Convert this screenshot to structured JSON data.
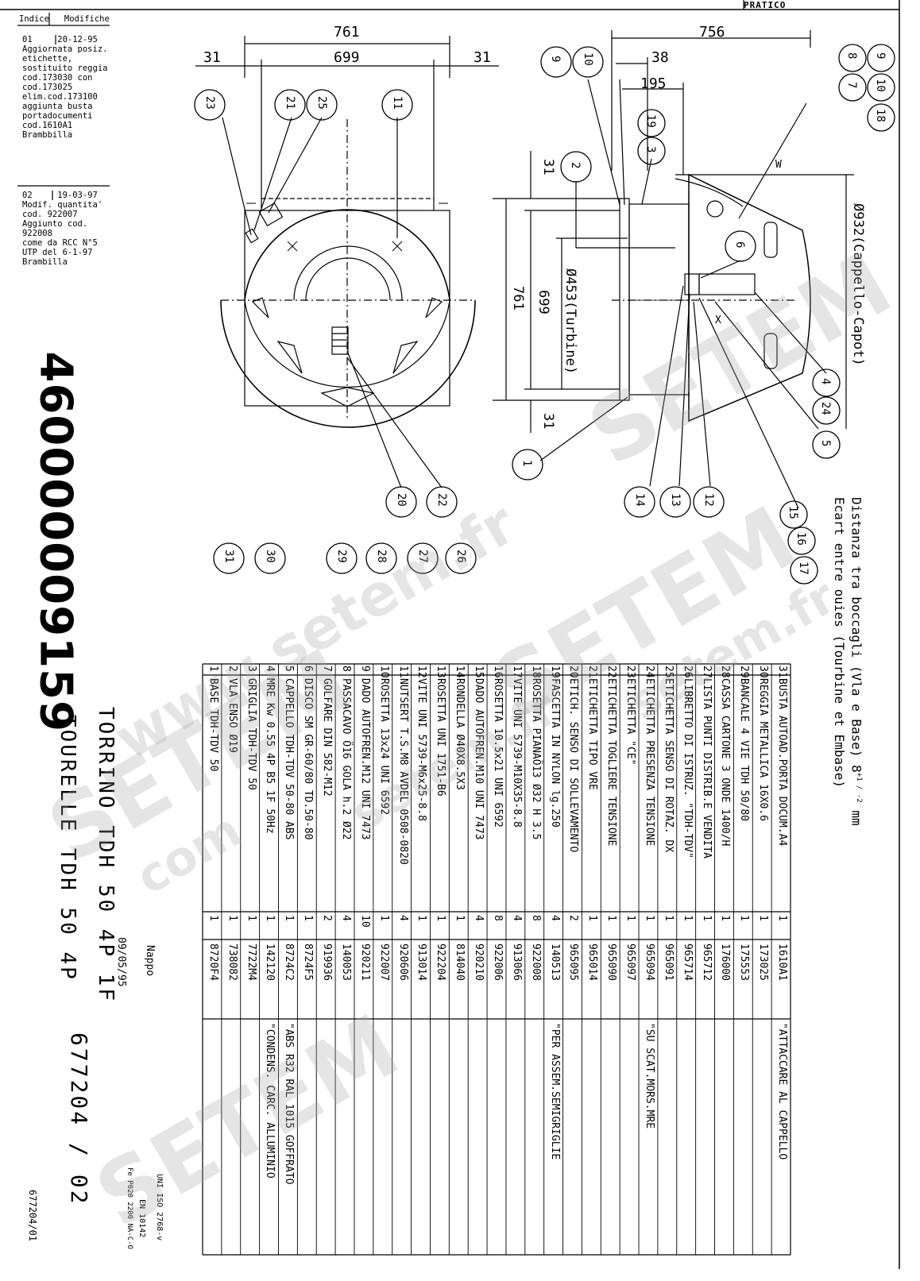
{
  "header": {
    "pratico": "PRATICO_ _ _ _ _ _ _ _"
  },
  "revisions": {
    "col_index": "Indice",
    "col_changes": "Modifiche",
    "items": [
      {
        "index": "01",
        "date": "20-12-95",
        "lines": [
          "Aggiornata posiz.",
          "etichette,",
          "sostituito reggia",
          "cod.173030 con",
          "cod.173025",
          "elim.cod.173100",
          "aggiunta busta",
          "portadocumenti",
          "cod.1610A1",
          "Brambbilla"
        ]
      },
      {
        "index": "02",
        "date": "19-03-97",
        "lines": [
          "Modif. quantita'",
          "cod. 922007",
          "Aggiunto cod.",
          "922008",
          "come da RCC N°5",
          "UTP del 6-1-97",
          "Brambilla"
        ]
      }
    ]
  },
  "document_number": "460000009159",
  "dimensions": {
    "front_total": "761",
    "front_inner": "699",
    "front_left": "31",
    "front_right": "31",
    "side_total": "756",
    "side_38": "38",
    "side_195": "195",
    "v_top": "31",
    "v_bottom": "31",
    "v_761": "761",
    "v_699": "699",
    "turbine": "Ø453(Turbine)",
    "cap": "Ø932(Cappello-Capot)",
    "w_label": "W",
    "x_label": "X"
  },
  "balloons": [
    "1",
    "2",
    "3",
    "4",
    "5",
    "6",
    "7",
    "8",
    "9",
    "10",
    "11",
    "12",
    "13",
    "14",
    "15",
    "16",
    "17",
    "18",
    "19",
    "20",
    "21",
    "22",
    "23",
    "24",
    "25",
    "26",
    "27",
    "28",
    "29",
    "30",
    "31"
  ],
  "note": {
    "line1": "Distanza tra boccagli (Vla e Base) 8",
    "tol": "+1 / -2",
    "unit": "mm",
    "line2": "Ecart entre ouies (Tourbine et Embase)"
  },
  "bom": [
    {
      "pos": "31",
      "desc": "BUSTA AUTOAD.PORTA DOCUM.A4",
      "qty": "1",
      "code": "1610A1",
      "note": "\"ATTACCARE AL CAPPELLO"
    },
    {
      "pos": "30",
      "desc": "REGGIA METALLICA 16X0.6",
      "qty": "1",
      "code": "173025",
      "note": ""
    },
    {
      "pos": "29",
      "desc": "BANCALE 4 VIE TDH 50/80",
      "qty": "1",
      "code": "175553",
      "note": ""
    },
    {
      "pos": "28",
      "desc": "CASSA CARTONE 3 ONDE 1400/H",
      "qty": "1",
      "code": "176000",
      "note": ""
    },
    {
      "pos": "27",
      "desc": "LISTA PUNTI DISTRIB.E VENDITA",
      "qty": "1",
      "code": "965712",
      "note": ""
    },
    {
      "pos": "26",
      "desc": "LIBRETTO DI ISTRUZ. \"TDH-TDV\"",
      "qty": "1",
      "code": "965714",
      "note": ""
    },
    {
      "pos": "25",
      "desc": "ETICHETTA SENSO DI ROTAZ. DX",
      "qty": "1",
      "code": "965091",
      "note": ""
    },
    {
      "pos": "24",
      "desc": "ETICHETTA PRESENZA TENSIONE",
      "qty": "1",
      "code": "965094",
      "note": "\"SU SCAT.MORS.MRE"
    },
    {
      "pos": "23",
      "desc": "ETICHETTA \"CE\"",
      "qty": "1",
      "code": "965097",
      "note": ""
    },
    {
      "pos": "22",
      "desc": "ETICHETTA TOGLIERE TENSIONE",
      "qty": "1",
      "code": "965090",
      "note": ""
    },
    {
      "pos": "21",
      "desc": "ETICHETTA TIPO VRE",
      "qty": "1",
      "code": "965014",
      "note": ""
    },
    {
      "pos": "20",
      "desc": "ETICH. SENSO DI SOLLEVAMENTO",
      "qty": "2",
      "code": "965095",
      "note": ""
    },
    {
      "pos": "19",
      "desc": "FASCETTA IN NYLON lg.250",
      "qty": "4",
      "code": "140513",
      "note": "\"PER ASSEM.SEMIGRIGLIE"
    },
    {
      "pos": "18",
      "desc": "ROSETTA PIANAÖ13 Ø32 H 3.5",
      "qty": "8",
      "code": "922008",
      "note": ""
    },
    {
      "pos": "17",
      "desc": "VITE UNI 5739-M10X35-8.8",
      "qty": "4",
      "code": "913066",
      "note": ""
    },
    {
      "pos": "16",
      "desc": "ROSETTA 10.5x21 UNI 6592",
      "qty": "8",
      "code": "922006",
      "note": ""
    },
    {
      "pos": "15",
      "desc": "DADO AUTOFREN.M10 UNI 7473",
      "qty": "4",
      "code": "920210",
      "note": ""
    },
    {
      "pos": "14",
      "desc": "RONDELLA Ø40X8.5X3",
      "qty": "1",
      "code": "814040",
      "note": ""
    },
    {
      "pos": "13",
      "desc": "ROSETTA UNI 1751-B6",
      "qty": "1",
      "code": "922204",
      "note": ""
    },
    {
      "pos": "12",
      "desc": "VITE UNI 5739-M6x25-8.8",
      "qty": "1",
      "code": "913014",
      "note": ""
    },
    {
      "pos": "11",
      "desc": "NUTSERT T.S.M8 AVDEL 0508-0820",
      "qty": "4",
      "code": "920606",
      "note": ""
    },
    {
      "pos": "10",
      "desc": "ROSETTA 13x24 UNI 6592",
      "qty": "1",
      "code": "922007",
      "note": ""
    },
    {
      "pos": "9",
      "desc": "DADO AUTOFREN.M12 UNI 7473",
      "qty": "10",
      "code": "920211",
      "note": ""
    },
    {
      "pos": "8",
      "desc": "PASSACAVO Ö16 GOLA h.2 Ø22",
      "qty": "4",
      "code": "140053",
      "note": ""
    },
    {
      "pos": "7",
      "desc": "GOLFARE DIN 582-M12",
      "qty": "2",
      "code": "919936",
      "note": ""
    },
    {
      "pos": "6",
      "desc": "DISCO SM GR-60/80 TD.50-80",
      "qty": "1",
      "code": "8724F5",
      "note": ""
    },
    {
      "pos": "5",
      "desc": "CAPPELLO TDH-TDV 50-80 ABS",
      "qty": "1",
      "code": "8724C2",
      "note": "\"ABS R32 RAL 1015 GOFFRATO"
    },
    {
      "pos": "4",
      "desc": "MRE Kw 0.55 4P B5 1F 50Hz",
      "qty": "1",
      "code": "142120",
      "note": "\"CONDENS. CARC. ALLUMINIO"
    },
    {
      "pos": "3",
      "desc": "GRIGLIA TDH-TDV 50",
      "qty": "1",
      "code": "7722M4",
      "note": ""
    },
    {
      "pos": "2",
      "desc": "VLA ENSO Ø19",
      "qty": "1",
      "code": "738082",
      "note": ""
    },
    {
      "pos": "1",
      "desc": "BASE TDH-TDV 50",
      "qty": "1",
      "code": "8720F4",
      "note": ""
    }
  ],
  "title_block": {
    "title_it": "TORRINO TDH 50 4P 1F",
    "title_fr": "TOURELLE TDH 50 4P",
    "date": "09/05/95",
    "author": "Nappo",
    "drawing_no": "677204",
    "sheet": "/ 02",
    "std1": "UNI ISO 2768-v",
    "std2": "EN 10142",
    "std3": "Fe P020 2200 NA-C-O",
    "footer": "677204/01"
  },
  "watermarks": [
    "www.setem.fr",
    "SETEM",
    "SETEM",
    "setem.fr",
    "SETEM",
    "com",
    "setem.fr",
    "SETEM"
  ]
}
